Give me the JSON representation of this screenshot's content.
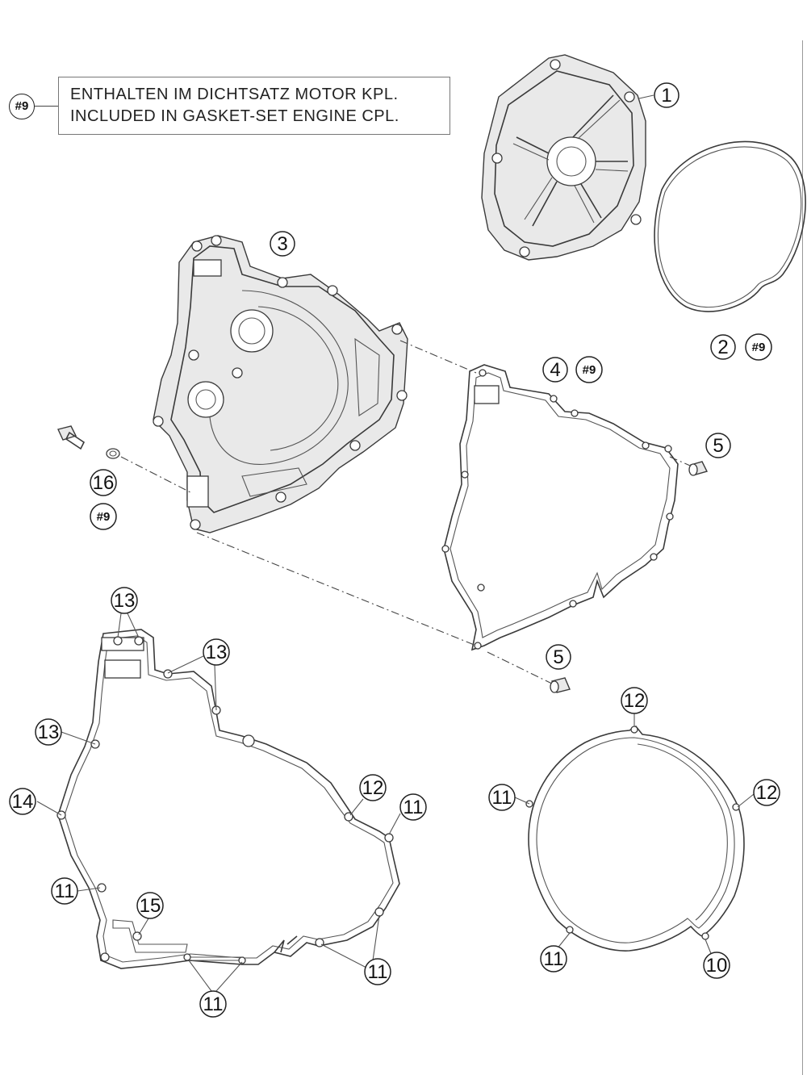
{
  "legend": {
    "ref": "#9",
    "line_de": "ENTHALTEN IM DICHTSATZ MOTOR KPL.",
    "line_en": "INCLUDED IN GASKET-SET ENGINE CPL."
  },
  "callouts": {
    "c1": "1",
    "c2": "2",
    "c2_ref": "#9",
    "c3": "3",
    "c4": "4",
    "c4_ref": "#9",
    "c5a": "5",
    "c5b": "5",
    "c16": "16",
    "c16_ref": "#9",
    "c13a": "13",
    "c13b": "13",
    "c13c": "13",
    "c14": "14",
    "c12a": "12",
    "c11a": "11",
    "c11b": "11",
    "c15": "15",
    "c11c": "11",
    "c11d": "11",
    "c12b": "12",
    "c11e": "11",
    "c12c": "12",
    "c11f": "11",
    "c10": "10"
  }
}
